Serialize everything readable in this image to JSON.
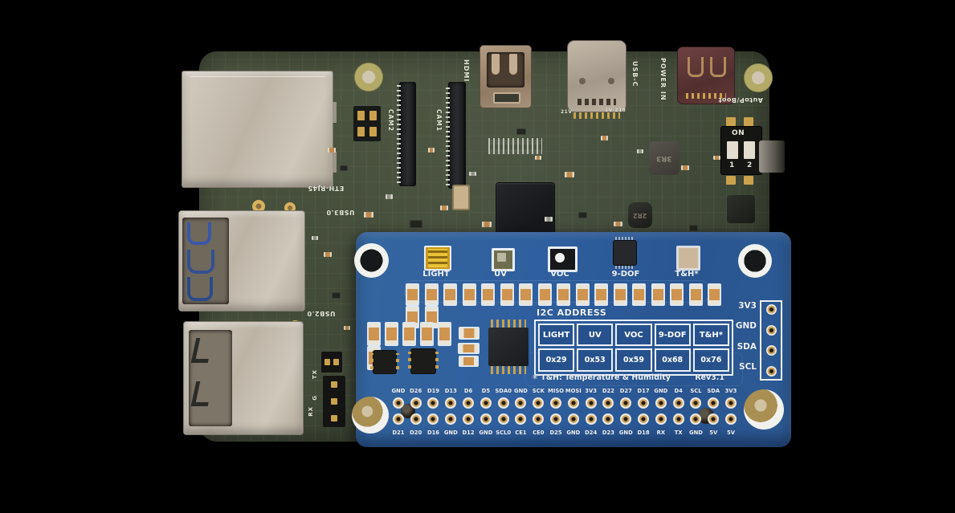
{
  "photo": {
    "background": "#000000"
  },
  "main_board": {
    "pcb_color": "#454e3a",
    "labels": {
      "hdmi": "HDMI",
      "cam1": "CAM1",
      "cam2": "CAM2",
      "usb_c": "USB-C",
      "power_in": "POWER IN",
      "autop_boot": "AutoP/Boot",
      "dip_on": "ON",
      "dip_1": "1",
      "dip_2": "2",
      "eth": "ETH-RJ45",
      "usb3": "USB3.0",
      "usb2": "USB2.0",
      "tx": "TX",
      "g": "G",
      "rx": "RX",
      "v21": "21V",
      "v1_218": "1V 218",
      "ind_3r3": "3R3",
      "ind_2r2": "2R2"
    }
  },
  "hat": {
    "pcb_color": "#2f5f9e",
    "sensors": [
      "LIGHT",
      "UV",
      "VOC",
      "9-DOF",
      "T&H*"
    ],
    "i2c": {
      "title": "I2C ADDRESS",
      "headers": [
        "LIGHT",
        "UV",
        "VOC",
        "9-DOF",
        "T&H*"
      ],
      "addresses": [
        "0x29",
        "0x53",
        "0x59",
        "0x68",
        "0x76"
      ],
      "footnote": "✳ T&H: Temperature & Humidity",
      "revision": "Rev3.1"
    },
    "side_header": {
      "pins": [
        "3V3",
        "GND",
        "SDA",
        "SCL"
      ]
    },
    "gpio": {
      "top_labels": [
        "GND",
        "D26",
        "D19",
        "D13",
        "D6",
        "D5",
        "SDA0",
        "GND",
        "SCK",
        "MISO",
        "MOSI",
        "3V3",
        "D22",
        "D27",
        "D17",
        "GND",
        "D4",
        "SCL",
        "SDA",
        "3V3"
      ],
      "bottom_labels": [
        "D21",
        "D20",
        "D16",
        "GND",
        "D12",
        "GND",
        "SCL0",
        "CE1",
        "CE0",
        "D25",
        "GND",
        "D24",
        "D23",
        "GND",
        "D18",
        "RX",
        "TX",
        "GND",
        "5V",
        "5V"
      ]
    }
  }
}
